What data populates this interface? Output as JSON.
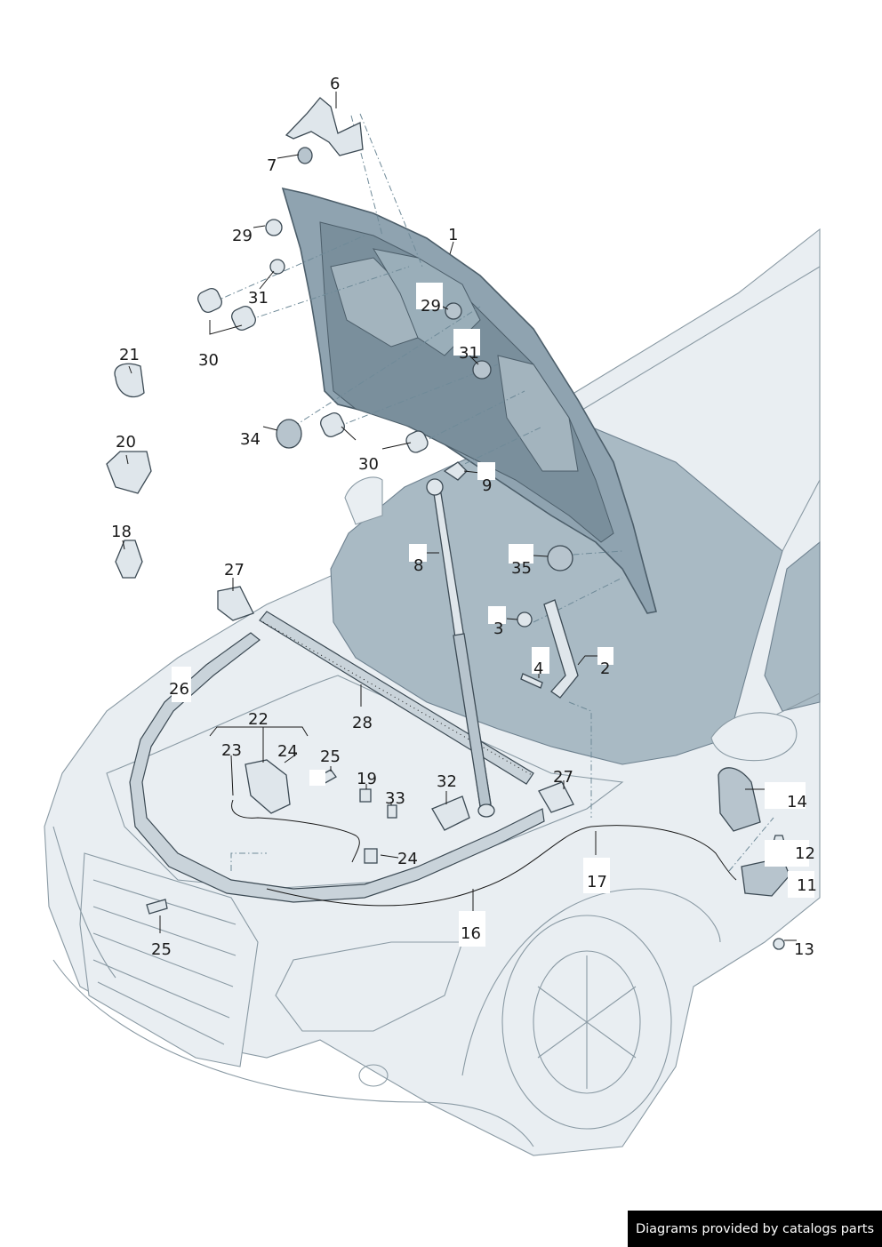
{
  "callouts": [
    {
      "id": "label-6",
      "text": "6"
    },
    {
      "id": "label-7",
      "text": "7"
    },
    {
      "id": "label-1",
      "text": "1"
    },
    {
      "id": "label-29a",
      "text": "29"
    },
    {
      "id": "label-29b",
      "text": "29"
    },
    {
      "id": "label-31a",
      "text": "31"
    },
    {
      "id": "label-31b",
      "text": "31"
    },
    {
      "id": "label-30a",
      "text": "30"
    },
    {
      "id": "label-30b",
      "text": "30"
    },
    {
      "id": "label-21",
      "text": "21"
    },
    {
      "id": "label-20",
      "text": "20"
    },
    {
      "id": "label-18",
      "text": "18"
    },
    {
      "id": "label-34",
      "text": "34"
    },
    {
      "id": "label-9",
      "text": "9"
    },
    {
      "id": "label-8",
      "text": "8"
    },
    {
      "id": "label-35",
      "text": "35"
    },
    {
      "id": "label-3",
      "text": "3"
    },
    {
      "id": "label-4",
      "text": "4"
    },
    {
      "id": "label-2",
      "text": "2"
    },
    {
      "id": "label-27a",
      "text": "27"
    },
    {
      "id": "label-27b",
      "text": "27"
    },
    {
      "id": "label-26",
      "text": "26"
    },
    {
      "id": "label-28",
      "text": "28"
    },
    {
      "id": "label-22",
      "text": "22"
    },
    {
      "id": "label-23",
      "text": "23"
    },
    {
      "id": "label-24a",
      "text": "24"
    },
    {
      "id": "label-24b",
      "text": "24"
    },
    {
      "id": "label-25a",
      "text": "25"
    },
    {
      "id": "label-25b",
      "text": "25"
    },
    {
      "id": "label-19",
      "text": "19"
    },
    {
      "id": "label-33",
      "text": "33"
    },
    {
      "id": "label-32",
      "text": "32"
    },
    {
      "id": "label-14",
      "text": "14"
    },
    {
      "id": "label-12",
      "text": "12"
    },
    {
      "id": "label-11",
      "text": "11"
    },
    {
      "id": "label-13",
      "text": "13"
    },
    {
      "id": "label-17",
      "text": "17"
    },
    {
      "id": "label-16",
      "text": "16"
    }
  ],
  "footer": {
    "text": "Diagrams provided by catalogs parts"
  },
  "colors": {
    "hood": "#8fa3b0",
    "glass": "#a9bac4",
    "body": "#e9eef2",
    "outline": "#3c4a54"
  }
}
